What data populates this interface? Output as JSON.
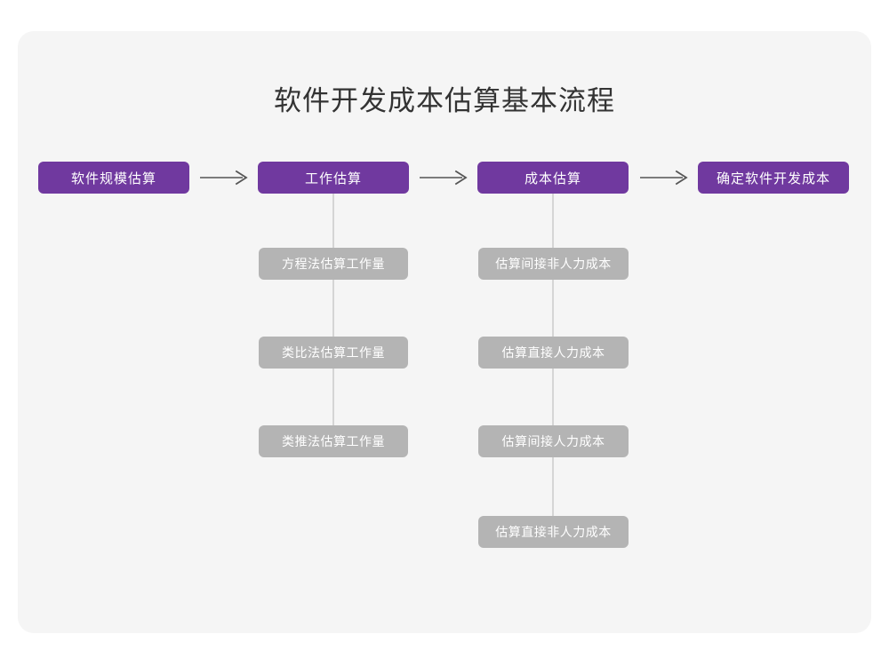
{
  "card": {
    "background_color": "#f5f5f5",
    "page_background_color": "#ffffff"
  },
  "diagram": {
    "title": "软件开发成本估算基本流程",
    "colors": {
      "primary_node": "#70399f",
      "sub_node": "#b4b4b4",
      "node_text": "#ffffff",
      "title_text": "#333333",
      "connector_line": "#d5d5d5",
      "arrow": "#555555"
    },
    "main_flow": [
      {
        "label": "软件规模估算"
      },
      {
        "label": "工作估算"
      },
      {
        "label": "成本估算"
      },
      {
        "label": "确定软件开发成本"
      }
    ],
    "arrows": [
      {
        "label": "arrow-1",
        "from": "软件规模估算",
        "to": "工作估算",
        "glyph": "→"
      },
      {
        "label": "arrow-2",
        "from": "工作估算",
        "to": "成本估算",
        "glyph": "→"
      },
      {
        "label": "arrow-3",
        "from": "成本估算",
        "to": "确定软件开发成本",
        "glyph": "→"
      }
    ],
    "branches": [
      {
        "parent": "工作估算",
        "items": [
          {
            "label": "方程法估算工作量"
          },
          {
            "label": "类比法估算工作量"
          },
          {
            "label": "类推法估算工作量"
          }
        ]
      },
      {
        "parent": "成本估算",
        "items": [
          {
            "label": "估算间接非人力成本"
          },
          {
            "label": "估算直接人力成本"
          },
          {
            "label": "估算间接人力成本"
          },
          {
            "label": "估算直接非人力成本"
          }
        ]
      }
    ]
  }
}
